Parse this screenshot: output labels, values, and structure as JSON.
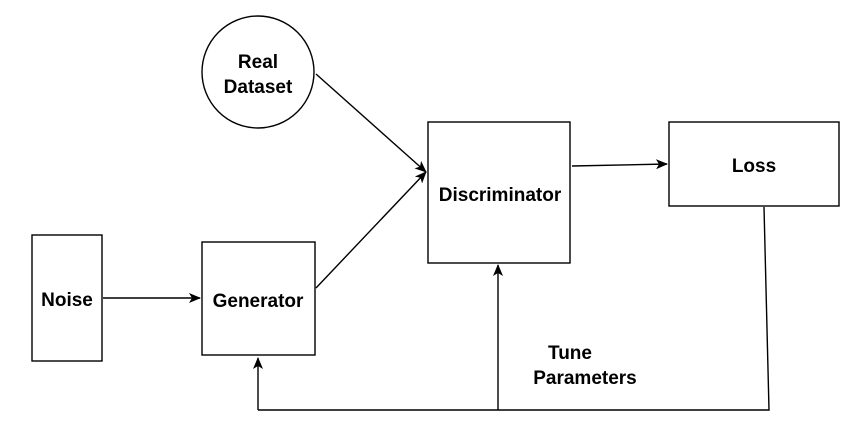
{
  "diagram": {
    "nodes": {
      "real_dataset": {
        "line1": "Real",
        "line2": "Dataset",
        "shape": "circle"
      },
      "noise": {
        "label": "Noise",
        "shape": "rectangle"
      },
      "generator": {
        "label": "Generator",
        "shape": "rectangle"
      },
      "discriminator": {
        "label": "Discriminator",
        "shape": "rectangle"
      },
      "loss": {
        "label": "Loss",
        "shape": "rectangle"
      }
    },
    "annotation": {
      "line1": "Tune",
      "line2": "Parameters"
    },
    "edges": [
      {
        "from": "real_dataset",
        "to": "discriminator"
      },
      {
        "from": "generator",
        "to": "discriminator"
      },
      {
        "from": "noise",
        "to": "generator"
      },
      {
        "from": "discriminator",
        "to": "loss"
      },
      {
        "from": "loss",
        "to": "discriminator",
        "label": "Tune Parameters"
      },
      {
        "from": "loss",
        "to": "generator",
        "label": "Tune Parameters"
      }
    ],
    "colors": {
      "stroke": "#000000",
      "background": "#ffffff",
      "text": "#000000"
    }
  }
}
